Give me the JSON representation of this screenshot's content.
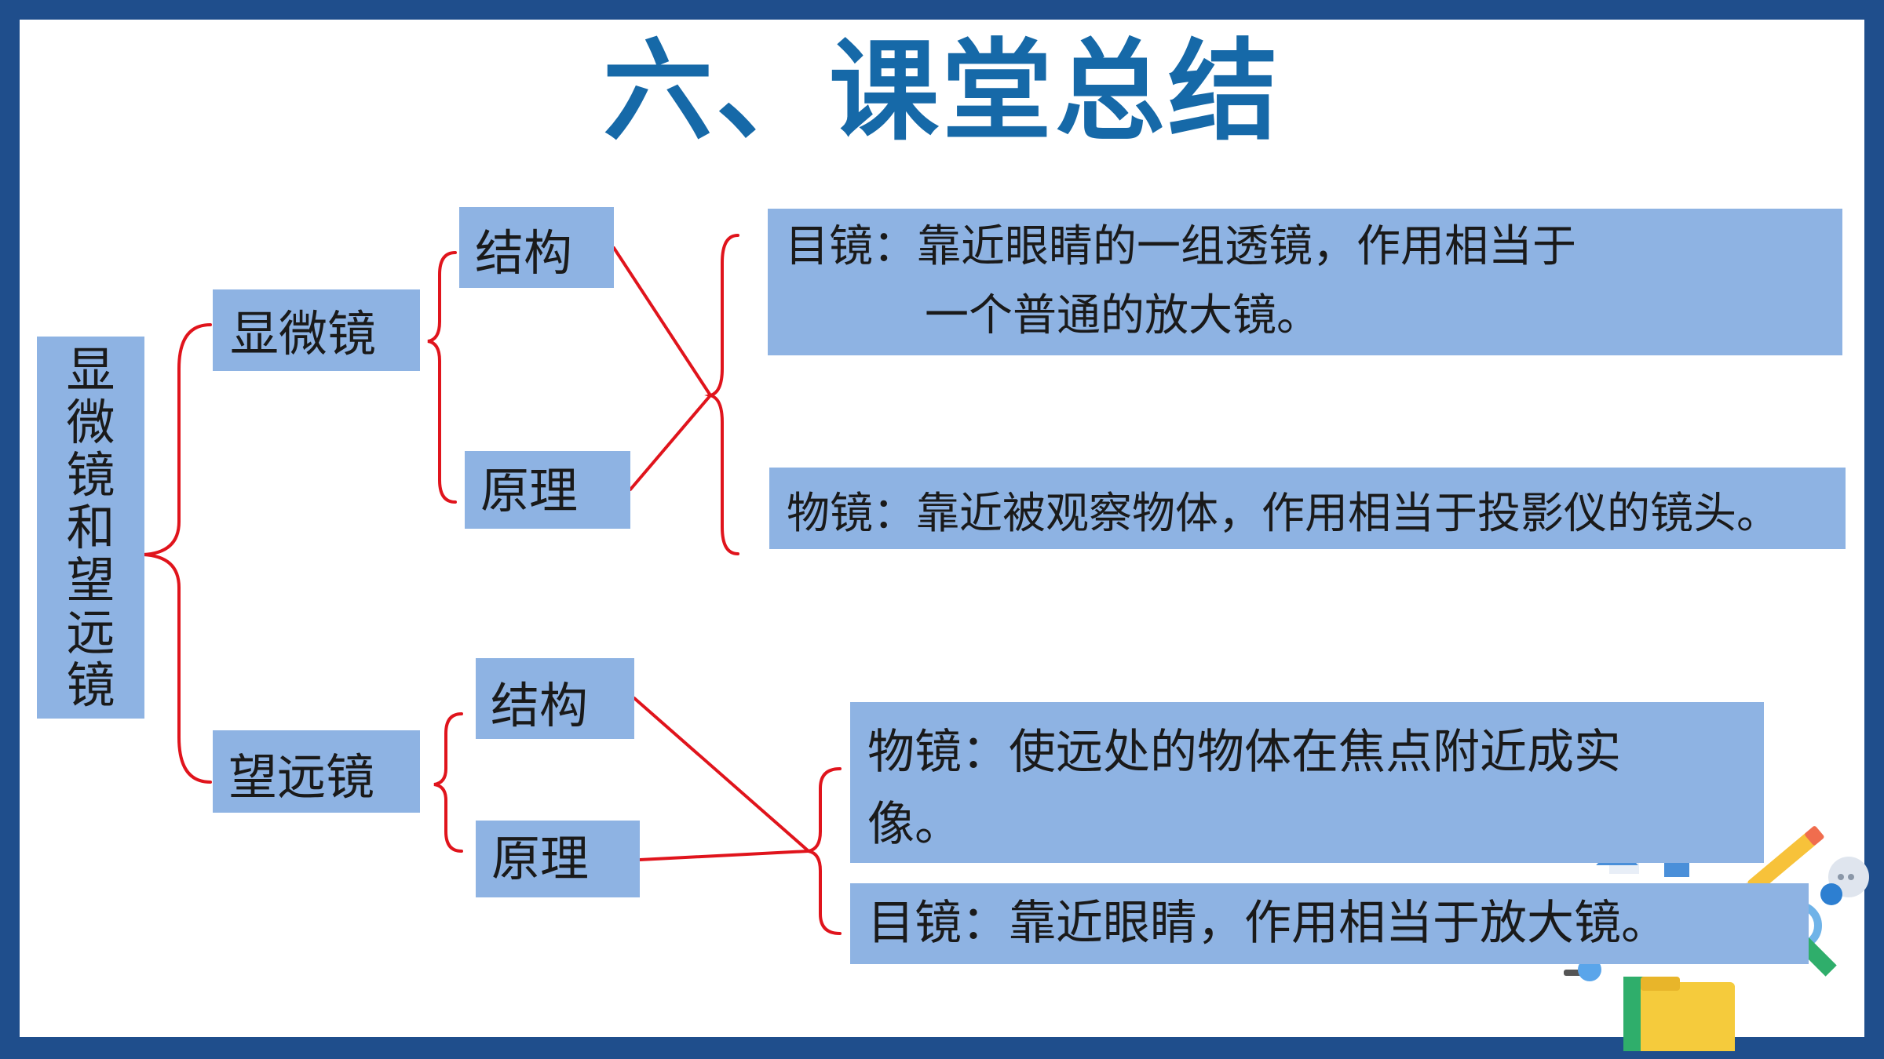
{
  "slide": {
    "title": "六、课堂总结",
    "root": "显微镜和望远镜",
    "branches": {
      "microscope": {
        "label": "显微镜",
        "structure": "结构",
        "principle": "原理",
        "eyepiece_line1": "目镜：靠近眼睛的一组透镜，作用相当于",
        "eyepiece_line2": "一个普通的放大镜。",
        "objective": "物镜：靠近被观察物体，作用相当于投影仪的镜头。"
      },
      "telescope": {
        "label": "望远镜",
        "structure": "结构",
        "principle": "原理",
        "objective_line1": "物镜：使远处的物体在焦点附近成实",
        "objective_line2": "像。",
        "eyepiece": "目镜：靠近眼睛，作用相当于放大镜。"
      }
    }
  },
  "colors": {
    "frame": "#1f4e8c",
    "title": "#1669a8",
    "box_fill": "#8eb3e3",
    "connector": "#e0141c",
    "text": "#1a1a1a"
  }
}
